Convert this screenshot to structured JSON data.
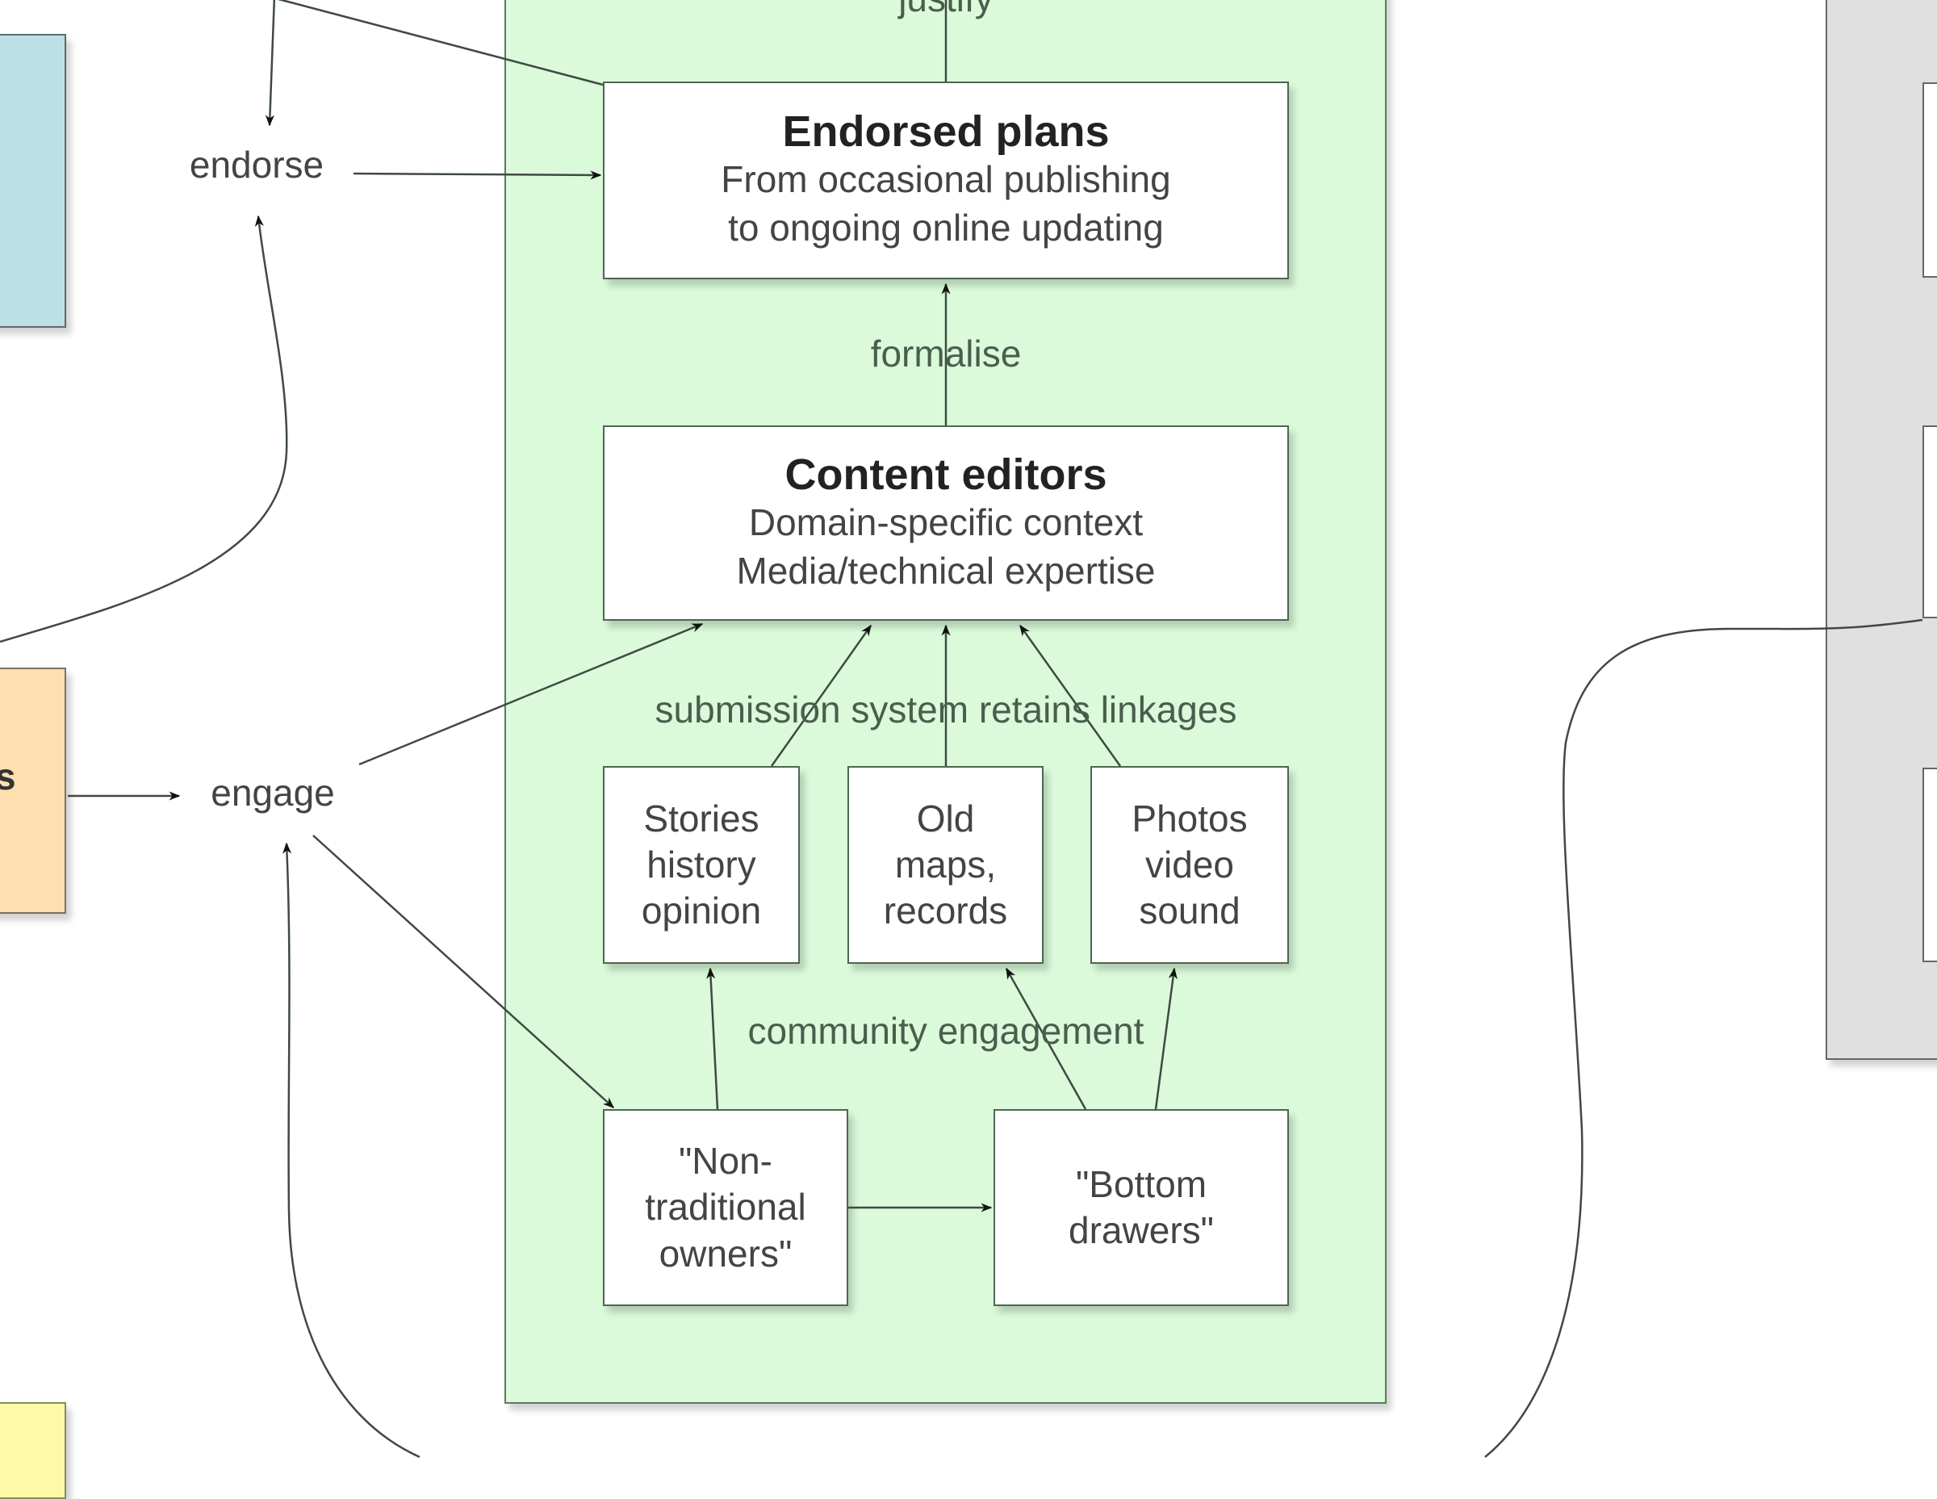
{
  "diagram": {
    "colors": {
      "community_panel": "#dafada",
      "right_panel": "#e0e0e0",
      "left_blue_box": "#bce0e6",
      "left_orange_box": "#fddfb0",
      "left_yellow_box": "#fdf9a8"
    },
    "left_edge": {
      "orange_box_partial_text": "s"
    },
    "free_labels": {
      "endorse": "endorse",
      "engage": "engage"
    },
    "edge_labels": {
      "justify": "justify",
      "formalise": "formalise",
      "submission": "submission system retains linkages",
      "community": "community engagement"
    },
    "nodes": {
      "endorsed_plans": {
        "title": "Endorsed plans",
        "lines": [
          "From occasional publishing",
          "to ongoing online updating"
        ]
      },
      "content_editors": {
        "title": "Content editors",
        "lines": [
          "Domain-specific context",
          "Media/technical expertise"
        ]
      },
      "stories": {
        "text": "Stories\nhistory\nopinion"
      },
      "old_maps": {
        "text": "Old\nmaps,\nrecords"
      },
      "photos": {
        "text": "Photos\nvideo\nsound"
      },
      "non_traditional": {
        "text": "\"Non-\ntraditional\nowners\""
      },
      "bottom_drawers": {
        "text": "\"Bottom\ndrawers\""
      }
    }
  }
}
